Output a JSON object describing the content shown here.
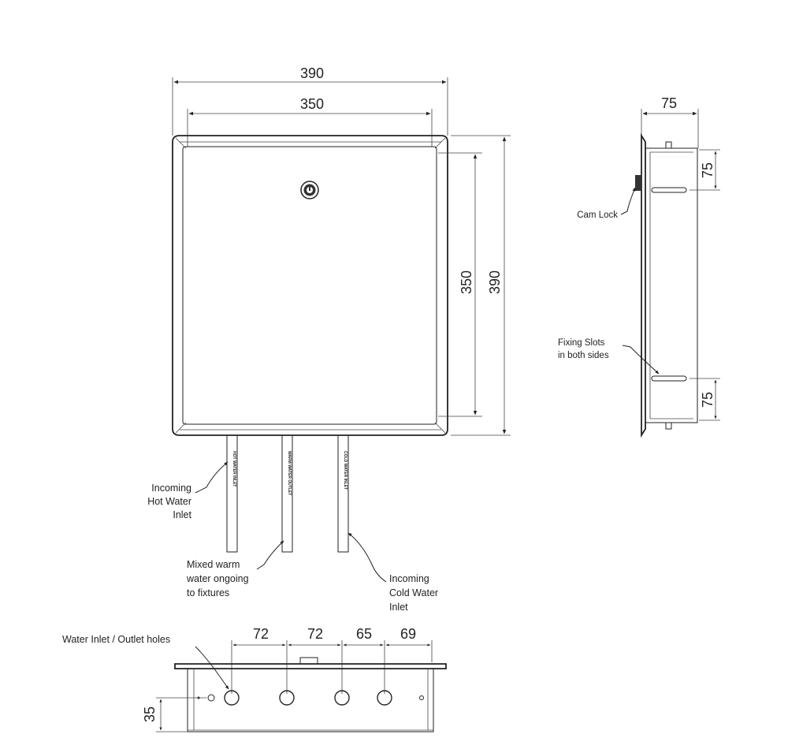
{
  "front_view": {
    "dims": {
      "outer_width": "390",
      "inner_width": "350",
      "inner_height": "350",
      "outer_height": "390"
    },
    "pipe_labels": {
      "hot": "HOT WATER INLET",
      "warm": "WARM WATER OUTLET",
      "cold": "COLD WATER INLET"
    },
    "callouts": {
      "hot_inlet": [
        "Incoming",
        "Hot Water",
        "Inlet"
      ],
      "mixed_outlet": [
        "Mixed warm",
        "water ongoing",
        "to fixtures"
      ],
      "cold_inlet": [
        "Incoming",
        "Cold Water",
        "Inlet"
      ]
    }
  },
  "side_view": {
    "dims": {
      "depth": "75",
      "top_slot": "75",
      "bottom_slot": "75"
    },
    "callouts": {
      "cam_lock": "Cam Lock",
      "fixing_slots": [
        "Fixing Slots",
        "in both sides"
      ]
    }
  },
  "bottom_view": {
    "dims": {
      "spacing_1": "72",
      "spacing_2": "72",
      "spacing_3": "65",
      "spacing_4": "69",
      "height": "35"
    },
    "callouts": {
      "holes": "Water Inlet / Outlet holes"
    }
  }
}
